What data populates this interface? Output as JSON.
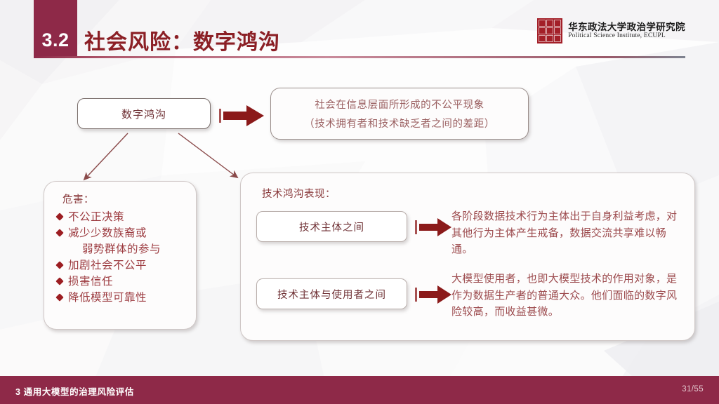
{
  "header": {
    "section_number": "3.2",
    "title": "社会风险：数字鸿沟"
  },
  "logo": {
    "seal_icon": "institutional-seal-icon",
    "name_cn": "华东政法大学政治学研究院",
    "name_en": "Political Science Institute, ECUPL"
  },
  "diagram": {
    "source_box": {
      "label": "数字鸿沟"
    },
    "arrow_right_icon": "block-arrow-right-icon",
    "definition_box": {
      "line1": "社会在信息层面所形成的不公平现象",
      "line2": "（技术拥有者和技术缺乏者之间的差距）"
    },
    "harms_card": {
      "heading": "危害：",
      "bullet_icon": "diamond-bullet-icon",
      "items": [
        {
          "text": "不公正决策",
          "continuation": false
        },
        {
          "text": "减少少数族裔或",
          "continuation": false
        },
        {
          "text": "弱势群体的参与",
          "continuation": true
        },
        {
          "text": "加剧社会不公平",
          "continuation": false
        },
        {
          "text": "损害信任",
          "continuation": false
        },
        {
          "text": "降低模型可靠性",
          "continuation": false
        }
      ]
    },
    "manifest_card": {
      "heading": "技术鸿沟表现：",
      "rows": [
        {
          "box_label": "技术主体之间",
          "arrow_icon": "block-arrow-right-icon",
          "paragraph": "各阶段数据技术行为主体出于自身利益考虑，对其他行为主体产生戒备，数据交流共享难以畅通。"
        },
        {
          "box_label": "技术主体与使用者之间",
          "arrow_icon": "block-arrow-right-icon",
          "paragraph": "大模型使用者，也即大模型技术的作用对象，是作为数据生产者的普通大众。他们面临的数字风险较高，而收益甚微。"
        }
      ]
    }
  },
  "footer": {
    "section_label": "3 通用大模型的治理风险评估",
    "page": "31/55"
  },
  "colors": {
    "brand_maroon": "#8e2948",
    "title_red": "#8b1f25",
    "arrow_red": "#8b1a1a",
    "body_red": "#9c4a4d",
    "seal_red": "#a31f28"
  }
}
